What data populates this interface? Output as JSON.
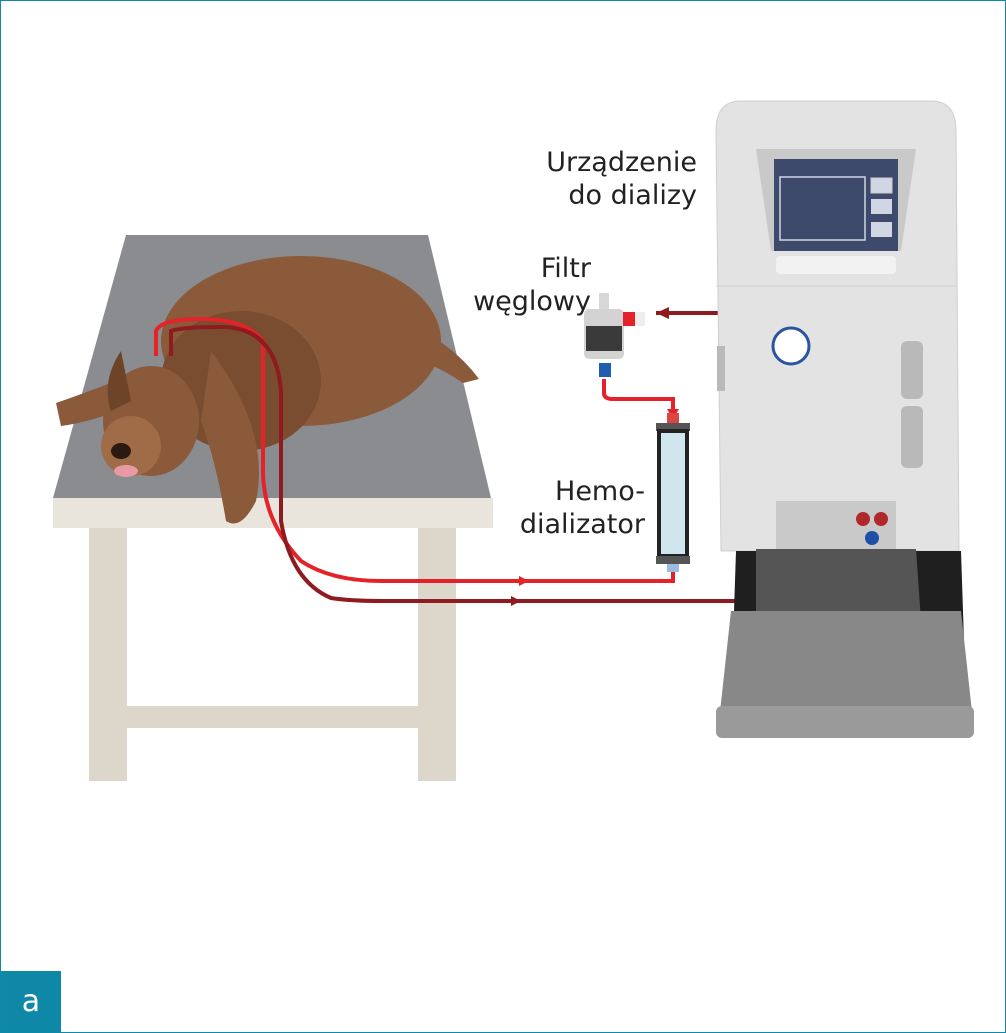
{
  "labels": {
    "dialysis_machine": "Urządzenie\ndo dializy",
    "carbon_filter": "Filtr\nwęglowy",
    "hemodialyzer": "Hemo-\ndializator"
  },
  "panel_letter": "a",
  "colors": {
    "border": "#0e88a6",
    "arterial_line": "#e52129",
    "venous_line": "#8e1b1f",
    "table_top": "#8a8c8f",
    "dog": "#8a5a3a"
  }
}
